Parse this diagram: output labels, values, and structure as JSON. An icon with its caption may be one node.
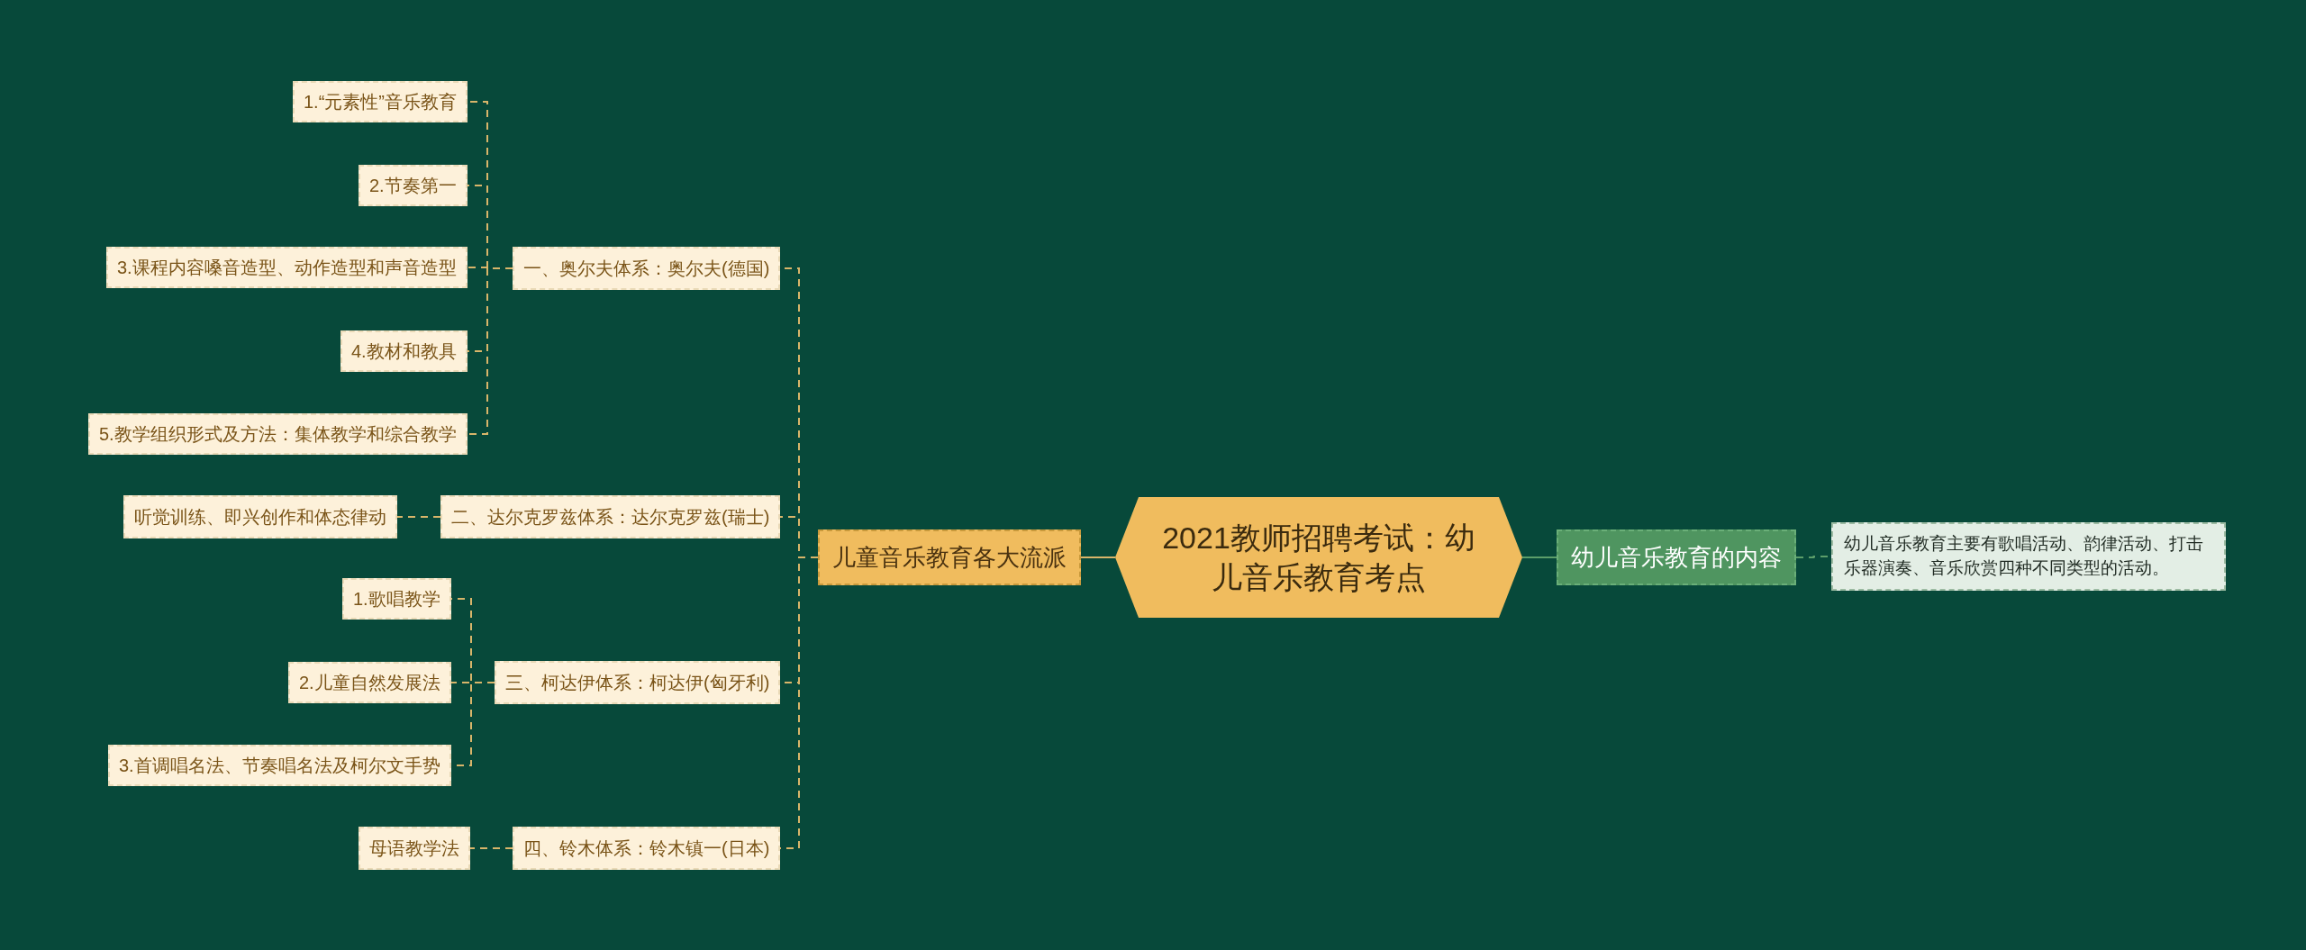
{
  "diagram": {
    "nodes": [
      {
        "text": [
          "2021教师招聘考试：幼儿音乐教育考点"
        ]
      },
      {
        "text": [
          "儿童音乐教育各大流派"
        ]
      },
      {
        "text": [
          "一、奥尔夫体系：奥尔夫(德国)"
        ]
      },
      {
        "text": [
          "1.“元素性”音乐教育"
        ]
      },
      {
        "text": [
          "2.节奏第一"
        ]
      },
      {
        "text": [
          "3.课程内容嗓音造型、动作造型和声音造型"
        ]
      },
      {
        "text": [
          "4.教材和教具"
        ]
      },
      {
        "text": [
          "5.教学组织形式及方法：集体教学和综合教学"
        ]
      },
      {
        "text": [
          "二、达尔克罗兹体系：达尔克罗兹(瑞士)"
        ]
      },
      {
        "text": [
          "听觉训练、即兴创作和体态律动"
        ]
      },
      {
        "text": [
          "三、柯达伊体系：柯达伊(匈牙利)"
        ]
      },
      {
        "text": [
          "1.歌唱教学"
        ]
      },
      {
        "text": [
          "2.儿童自然发展法"
        ]
      },
      {
        "text": [
          "3.首调唱名法、节奏唱名法及柯尔文手势"
        ]
      },
      {
        "text": [
          "四、铃木体系：铃木镇一(日本)"
        ]
      },
      {
        "text": [
          "母语教学法"
        ]
      },
      {
        "text": [
          "幼儿音乐教育的内容"
        ]
      },
      {
        "text": [
          "幼儿音乐教育主要有歌唱活动、韵律活动、打击乐器演奏、音乐欣赏四种不同类型的活动。"
        ]
      }
    ],
    "edges": [
      {
        "from": 0,
        "to": 1,
        "arrow": "none"
      },
      {
        "from": 1,
        "to": 2,
        "arrow": "none",
        "style": "dashed"
      },
      {
        "from": 2,
        "to": 3,
        "arrow": "none",
        "style": "dashed"
      },
      {
        "from": 2,
        "to": 4,
        "arrow": "none",
        "style": "dashed"
      },
      {
        "from": 2,
        "to": 5,
        "arrow": "none",
        "style": "dashed"
      },
      {
        "from": 2,
        "to": 6,
        "arrow": "none",
        "style": "dashed"
      },
      {
        "from": 2,
        "to": 7,
        "arrow": "none",
        "style": "dashed"
      },
      {
        "from": 1,
        "to": 8,
        "arrow": "none",
        "style": "dashed"
      },
      {
        "from": 8,
        "to": 9,
        "arrow": "none",
        "style": "dashed"
      },
      {
        "from": 1,
        "to": 10,
        "arrow": "none",
        "style": "dashed"
      },
      {
        "from": 10,
        "to": 11,
        "arrow": "none",
        "style": "dashed"
      },
      {
        "from": 10,
        "to": 12,
        "arrow": "none",
        "style": "dashed"
      },
      {
        "from": 10,
        "to": 13,
        "arrow": "none",
        "style": "dashed"
      },
      {
        "from": 1,
        "to": 14,
        "arrow": "none",
        "style": "dashed"
      },
      {
        "from": 14,
        "to": 15,
        "arrow": "none",
        "style": "dashed"
      },
      {
        "from": 0,
        "to": 16,
        "arrow": "none",
        "color": "#5c9e6a"
      },
      {
        "from": 16,
        "to": 17,
        "arrow": "none",
        "style": "dashed",
        "color": "#5c9e6a"
      }
    ]
  }
}
